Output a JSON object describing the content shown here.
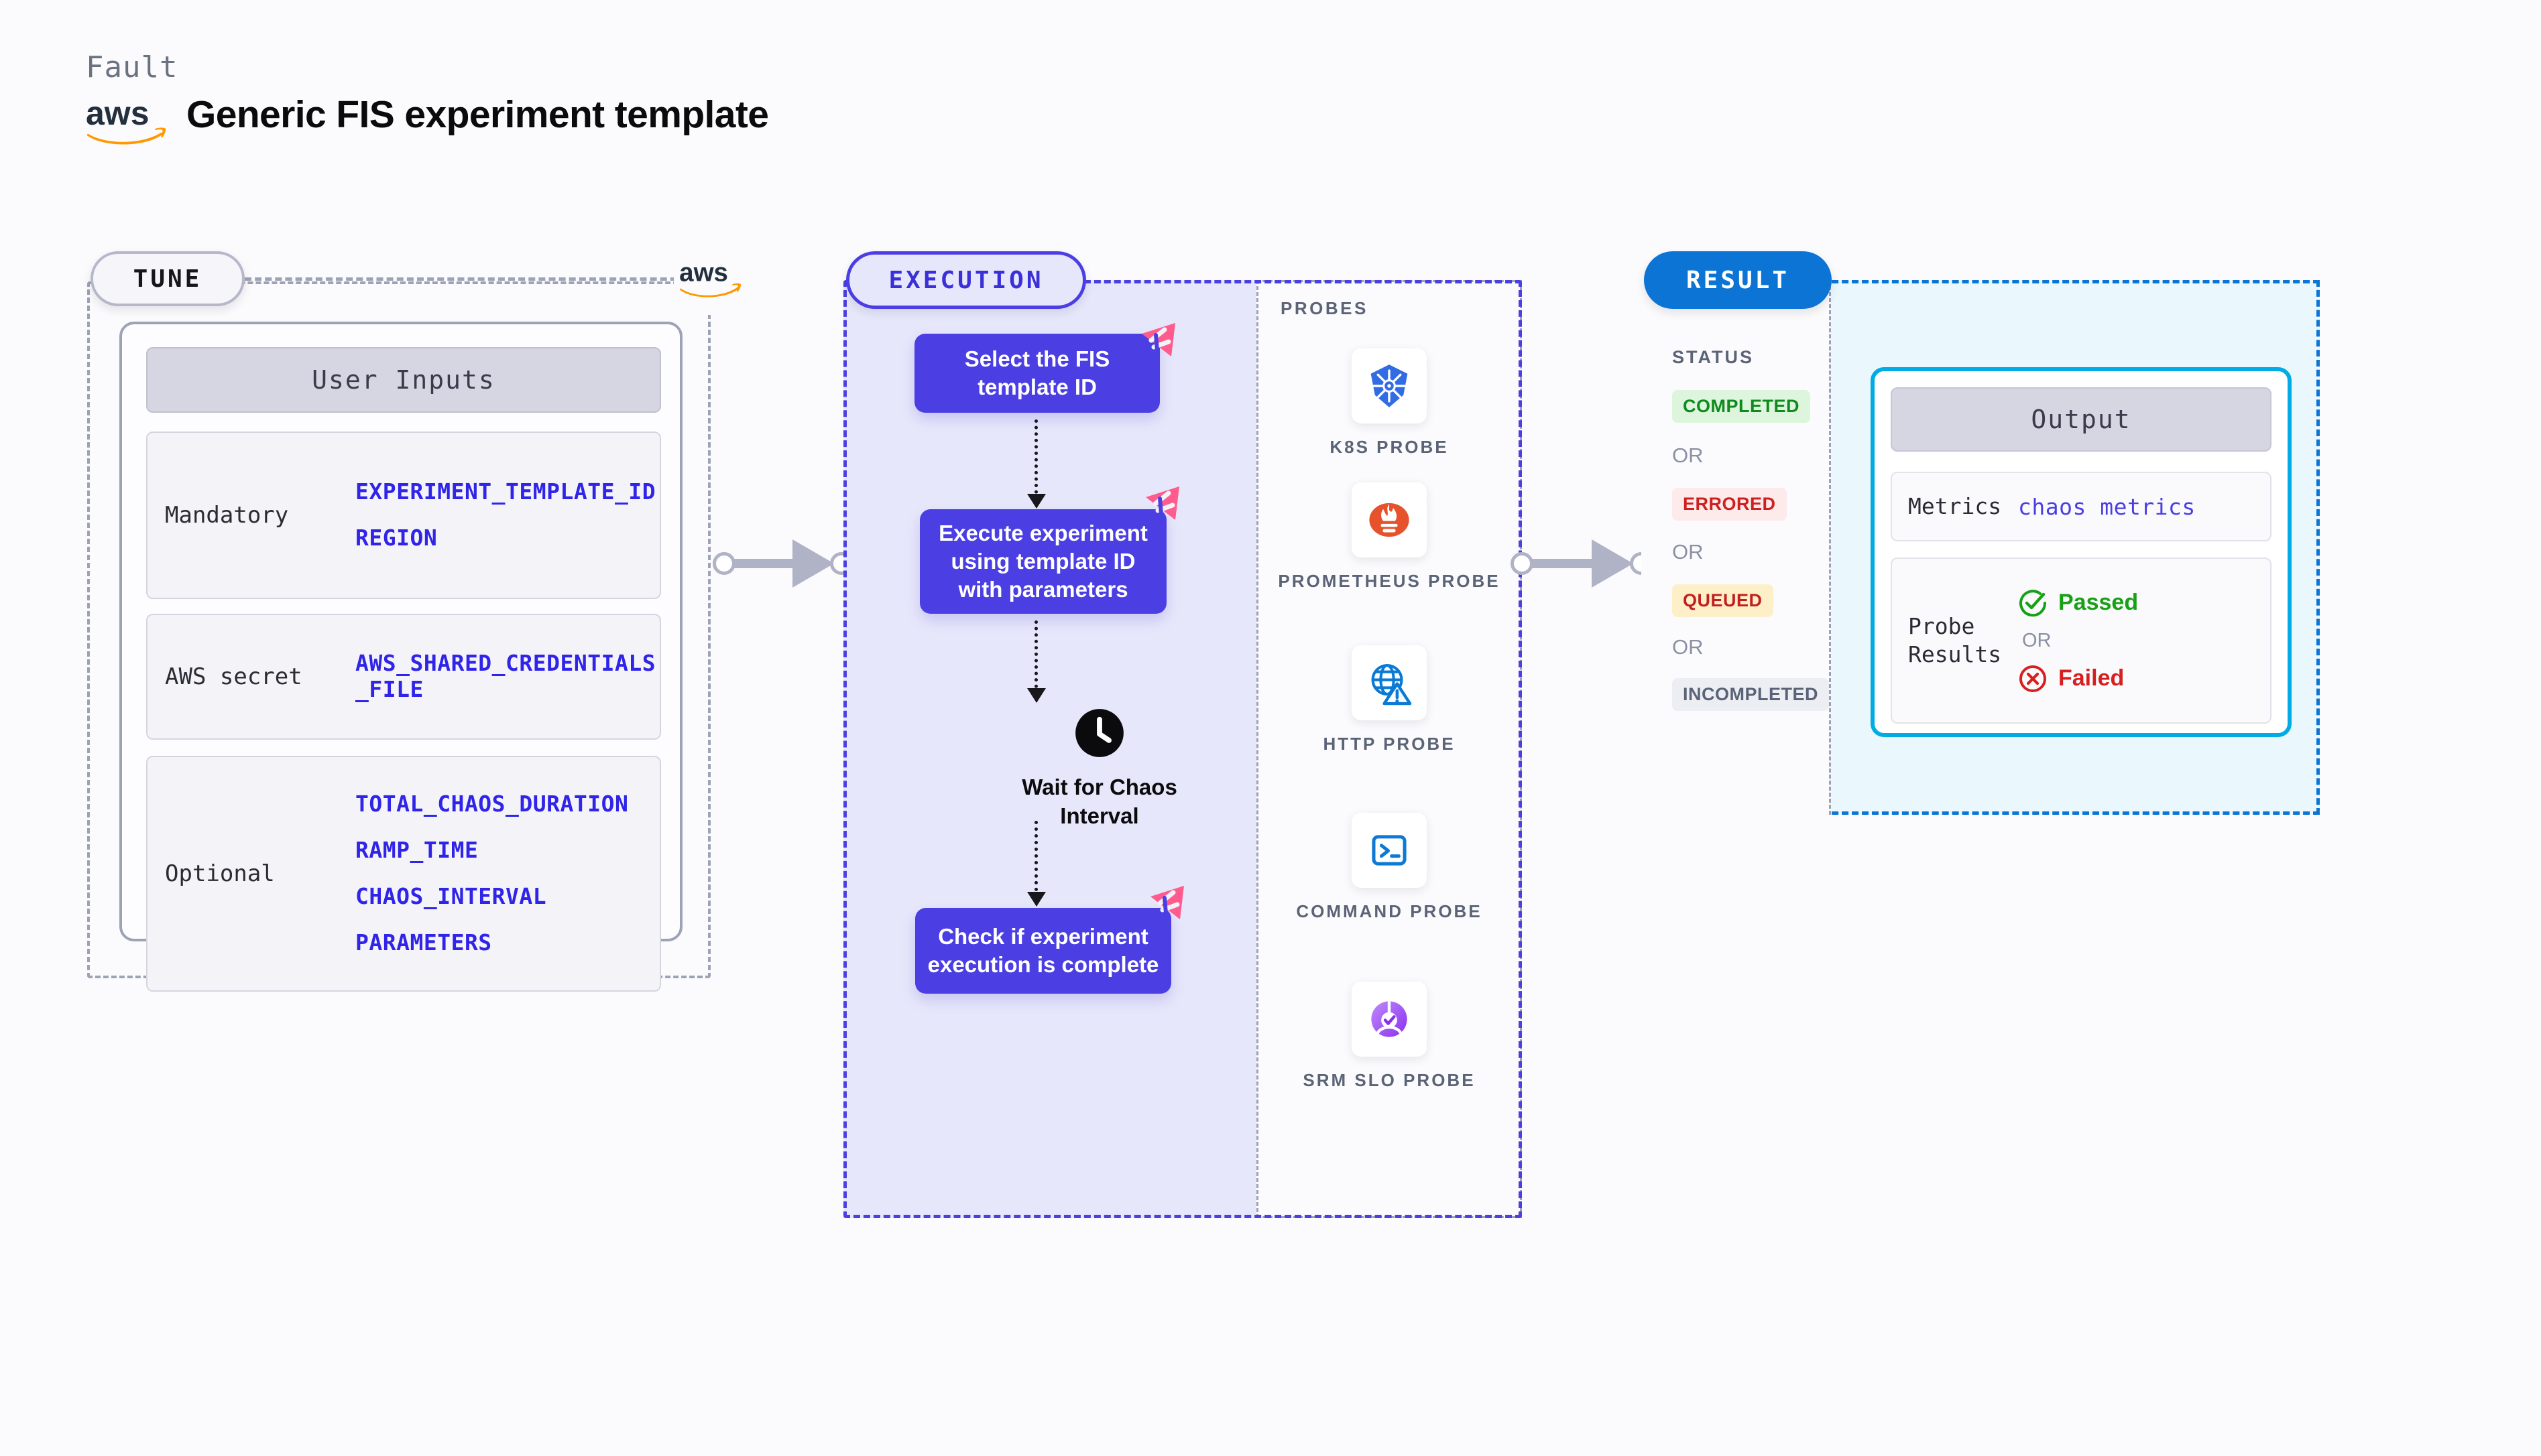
{
  "header": {
    "eyebrow": "Fault",
    "title": "Generic FIS experiment template",
    "logo_icon": "aws-logo"
  },
  "tune": {
    "badge": "TUNE",
    "aws_icon": "aws-logo",
    "card_title": "User Inputs",
    "rows": [
      {
        "label": "Mandatory",
        "values": [
          "EXPERIMENT_TEMPLATE_ID",
          "REGION"
        ]
      },
      {
        "label": "AWS secret",
        "values": [
          "AWS_SHARED_CREDENTIALS\n_FILE"
        ]
      },
      {
        "label": "Optional",
        "values": [
          "TOTAL_CHAOS_DURATION",
          "RAMP_TIME",
          "CHAOS_INTERVAL",
          "PARAMETERS"
        ]
      }
    ]
  },
  "execution": {
    "badge": "EXECUTION",
    "steps": [
      {
        "text": "Select the FIS template ID",
        "mark": "harness-logo-icon"
      },
      {
        "text": "Execute experiment using template ID with parameters",
        "mark": "harness-logo-icon"
      },
      {
        "text": "Check if experiment execution is complete",
        "mark": "harness-logo-icon"
      }
    ],
    "wait": {
      "icon": "clock-icon",
      "label": "Wait for Chaos Interval"
    },
    "probes_title": "PROBES",
    "probes": [
      {
        "name": "K8S PROBE",
        "icon": "kubernetes-icon"
      },
      {
        "name": "PROMETHEUS PROBE",
        "icon": "prometheus-icon"
      },
      {
        "name": "HTTP PROBE",
        "icon": "http-globe-warning-icon"
      },
      {
        "name": "COMMAND PROBE",
        "icon": "terminal-icon"
      },
      {
        "name": "SRM SLO PROBE",
        "icon": "srm-slo-icon"
      }
    ]
  },
  "result": {
    "badge": "RESULT",
    "status_title": "STATUS",
    "statuses": [
      {
        "label": "COMPLETED",
        "bg": "#dcf5dc",
        "fg": "#0f8a1e"
      },
      {
        "label": "ERRORED",
        "bg": "#fdeaea",
        "fg": "#cf2020"
      },
      {
        "label": "QUEUED",
        "bg": "#fdf0c9",
        "fg": "#c22020"
      },
      {
        "label": "INCOMPLETED",
        "bg": "#eceef3",
        "fg": "#5b6377"
      }
    ],
    "or_label": "OR",
    "output": {
      "title": "Output",
      "metrics_label": "Metrics",
      "metrics_value": "chaos metrics",
      "probe_results_label": "Probe\nResults",
      "passed_label": "Passed",
      "failed_label": "Failed",
      "or_label": "OR",
      "passed_icon": "check-circle-icon",
      "failed_icon": "x-circle-icon"
    }
  },
  "colors": {
    "accent_purple": "#4b3fe4",
    "accent_blue": "#0b74d4",
    "accent_cyan": "#00ace3",
    "harness_pink": "#ff5c8d",
    "aws_orange": "#ff9900"
  }
}
